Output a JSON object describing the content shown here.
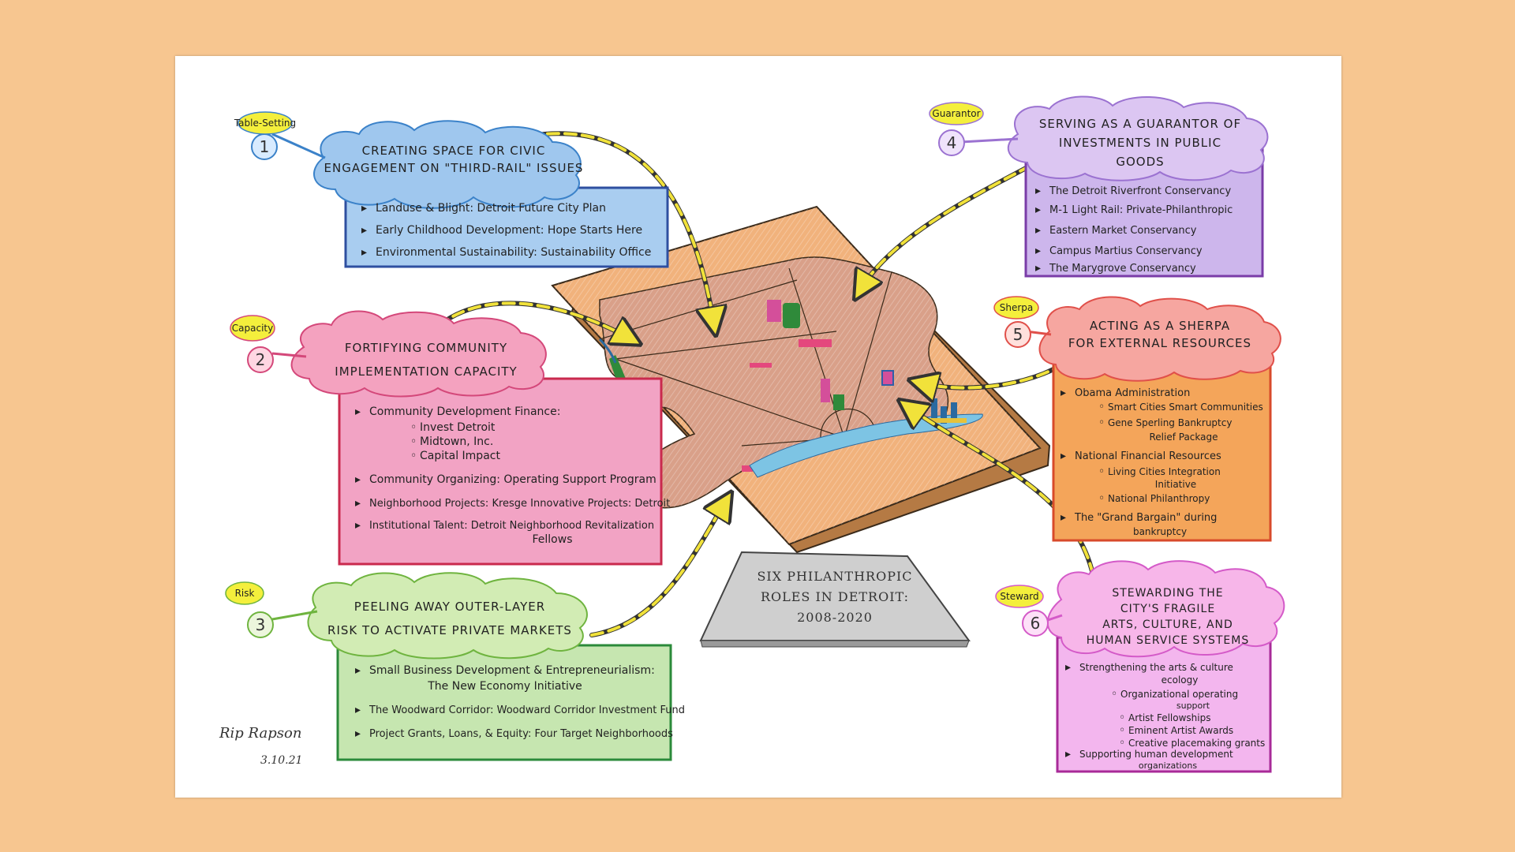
{
  "title": {
    "line1": "SIX PHILANTHROPIC",
    "line2": "ROLES IN DETROIT:",
    "line3": "2008-2020"
  },
  "signature": {
    "name": "Rip Rapson",
    "date": "3.10.21"
  },
  "roles": [
    {
      "number": "1",
      "tag": "Table-Setting",
      "heading": [
        "CREATING SPACE FOR CIVIC",
        "ENGAGEMENT ON \"THIRD-RAIL\" ISSUES"
      ],
      "items": [
        "Landuse & Blight: Detroit Future City Plan",
        "Early Childhood Development: Hope Starts Here",
        "Environmental Sustainability: Sustainability Office"
      ],
      "color": "#6fa8dc"
    },
    {
      "number": "2",
      "tag": "Capacity",
      "heading": [
        "FORTIFYING COMMUNITY",
        "IMPLEMENTATION CAPACITY"
      ],
      "items": [
        "Community Development Finance:",
        "Invest Detroit",
        "Midtown, Inc.",
        "Capital Impact",
        "Community Organizing: Operating Support Program",
        "Neighborhood Projects: Kresge Innovative Projects: Detroit",
        "Institutional Talent: Detroit Neighborhood Revitalization",
        "Fellows"
      ],
      "color": "#e06688"
    },
    {
      "number": "3",
      "tag": "Risk",
      "heading": [
        "PEELING AWAY OUTER-LAYER",
        "RISK TO ACTIVATE PRIVATE MARKETS"
      ],
      "items": [
        "Small Business Development & Entrepreneurialism:",
        "The New Economy Initiative",
        "The Woodward Corridor: Woodward Corridor Investment Fund",
        "Project Grants, Loans, & Equity: Four Target Neighborhoods"
      ],
      "color": "#7cc36a"
    },
    {
      "number": "4",
      "tag": "Guarantor",
      "heading": [
        "SERVING AS A GUARANTOR OF",
        "INVESTMENTS IN PUBLIC",
        "GOODS"
      ],
      "items": [
        "The Detroit Riverfront Conservancy",
        "M-1 Light Rail: Private-Philanthropic",
        "Eastern Market Conservancy",
        "Campus Martius Conservancy",
        "The Marygrove Conservancy"
      ],
      "color": "#a98fd6"
    },
    {
      "number": "5",
      "tag": "Sherpa",
      "heading": [
        "ACTING AS A SHERPA",
        "FOR EXTERNAL RESOURCES"
      ],
      "items": [
        "Obama Administration",
        "Smart Cities Smart Communities",
        "Gene Sperling Bankruptcy",
        "Relief Package",
        "National Financial Resources",
        "Living Cities Integration",
        "Initiative",
        "National Philanthropy",
        "The \"Grand Bargain\" during",
        "bankruptcy"
      ],
      "color": "#ee8a5a"
    },
    {
      "number": "6",
      "tag": "Steward",
      "heading": [
        "STEWARDING THE",
        "CITY'S FRAGILE",
        "ARTS, CULTURE, AND",
        "HUMAN SERVICE SYSTEMS"
      ],
      "items": [
        "Strengthening the arts & culture",
        "ecology",
        "Organizational operating",
        "support",
        "Artist Fellowships",
        "Eminent Artist Awards",
        "Creative placemaking grants",
        "Supporting human development",
        "organizations"
      ],
      "color": "#e37ad6"
    }
  ]
}
